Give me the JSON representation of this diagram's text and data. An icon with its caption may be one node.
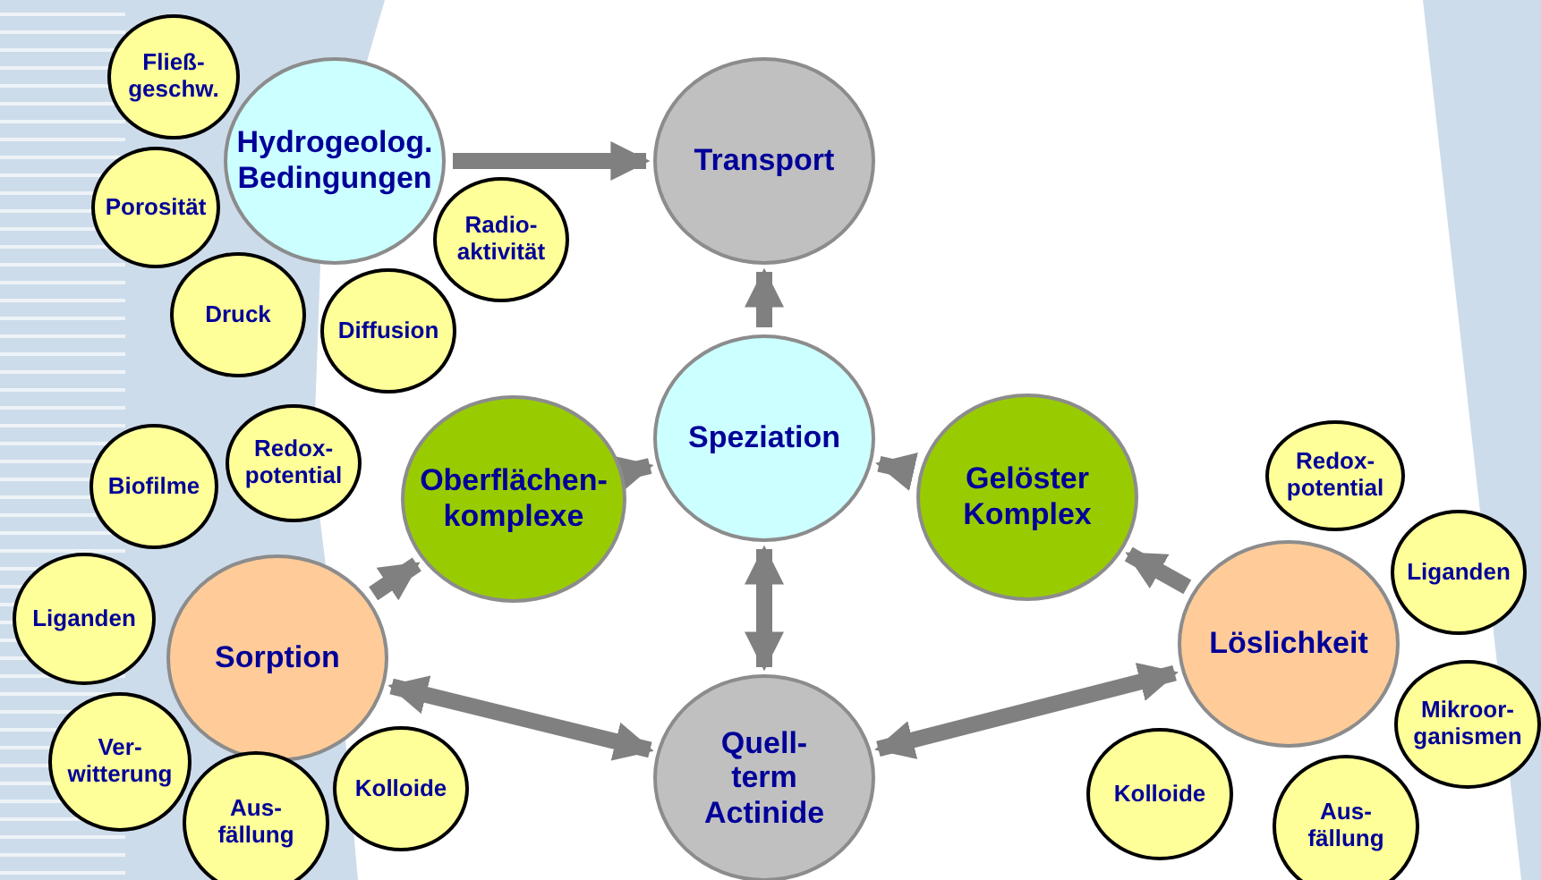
{
  "diagram": {
    "nodes": [
      {
        "text": [
          "Fließ- geschw."
        ]
      },
      {
        "text": [
          "Hydrogeolog. Bedingungen"
        ]
      },
      {
        "text": [
          "Porosität"
        ]
      },
      {
        "text": [
          "Radio- aktivität"
        ]
      },
      {
        "text": [
          "Druck"
        ]
      },
      {
        "text": [
          "Diffusion"
        ]
      },
      {
        "text": [
          "Transport"
        ]
      },
      {
        "text": [
          "Speziation"
        ]
      },
      {
        "text": [
          "Biofilme"
        ]
      },
      {
        "text": [
          "Redox- potential"
        ]
      },
      {
        "text": [
          "Oberflächen- komplexe"
        ]
      },
      {
        "text": [
          "Gelöster Komplex"
        ]
      },
      {
        "text": [
          "Redox- potential"
        ]
      },
      {
        "text": [
          "Liganden"
        ]
      },
      {
        "text": [
          "Sorption"
        ]
      },
      {
        "text": [
          "Liganden"
        ]
      },
      {
        "text": [
          "Löslichkeit"
        ]
      },
      {
        "text": [
          "Quell- term Actinide"
        ]
      },
      {
        "text": [
          "Ver- witterung"
        ]
      },
      {
        "text": [
          "Kolloide"
        ]
      },
      {
        "text": [
          "Mikroor- ganismen"
        ]
      },
      {
        "text": [
          "Aus- fällung"
        ]
      },
      {
        "text": [
          "Kolloide"
        ]
      },
      {
        "text": [
          "Aus- fällung"
        ]
      }
    ],
    "edges": [
      {
        "from": 1,
        "to": 6,
        "arrow": "to"
      },
      {
        "from": 7,
        "to": 6,
        "arrow": "to"
      },
      {
        "from": 10,
        "to": 7,
        "arrow": "to"
      },
      {
        "from": 11,
        "to": 7,
        "arrow": "to"
      },
      {
        "from": 14,
        "to": 10,
        "arrow": "to"
      },
      {
        "from": 16,
        "to": 11,
        "arrow": "to"
      },
      {
        "from": 7,
        "to": 17,
        "arrow": "both"
      },
      {
        "from": 14,
        "to": 17,
        "arrow": "both"
      },
      {
        "from": 16,
        "to": 17,
        "arrow": "both"
      }
    ]
  }
}
